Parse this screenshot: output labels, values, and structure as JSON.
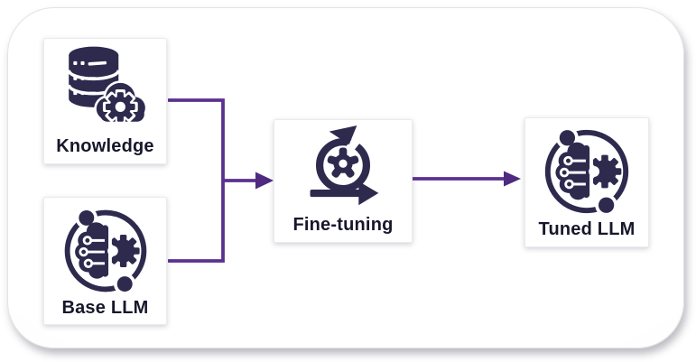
{
  "colors": {
    "icon_dark": "#2e2a4e",
    "connector_purple": "#5b3190",
    "arrowhead_purple": "#4e2a80",
    "label_text": "#17172b",
    "node_bg": "#ffffff"
  },
  "nodes": {
    "knowledge": {
      "label": "Knowledge",
      "icon": "database-cloud-gear-icon"
    },
    "base_llm": {
      "label": "Base LLM",
      "icon": "brain-circuit-gear-orbit-icon"
    },
    "fine_tuning": {
      "label": "Fine-tuning",
      "icon": "iteration-loop-gear-arrow-icon"
    },
    "tuned_llm": {
      "label": "Tuned LLM",
      "icon": "brain-circuit-gear-orbit-icon"
    }
  },
  "edges": [
    {
      "from": "knowledge",
      "to": "fine_tuning",
      "type": "merge-arrow"
    },
    {
      "from": "base_llm",
      "to": "fine_tuning",
      "type": "merge-arrow"
    },
    {
      "from": "fine_tuning",
      "to": "tuned_llm",
      "type": "arrow"
    }
  ]
}
